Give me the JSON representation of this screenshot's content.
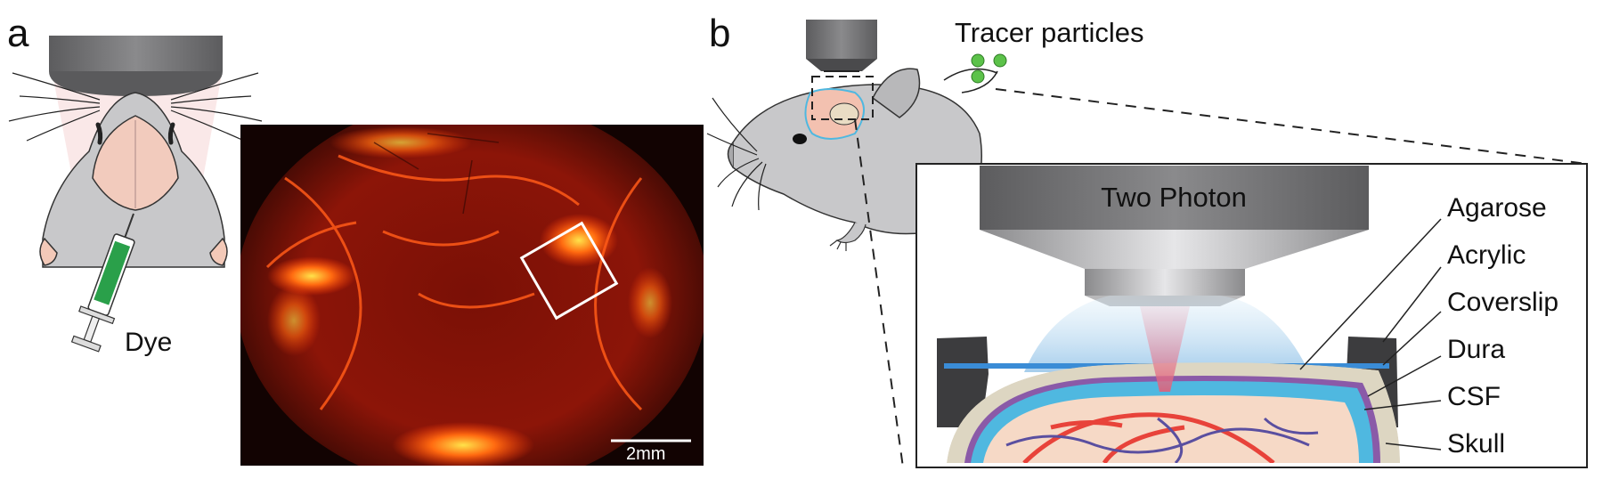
{
  "panel_a": {
    "letter": "a",
    "dye_label": "Dye",
    "scale_bar_label": "2mm"
  },
  "panel_b": {
    "letter": "b",
    "tracer_label": "Tracer particles",
    "objective_label": "Two Photon",
    "layer_labels": [
      "Agarose",
      "Acrylic",
      "Coverslip",
      "Dura",
      "CSF",
      "Skull"
    ]
  },
  "colors": {
    "objective_dark": "#6b6b6d",
    "objective_light": "#c9c9cb",
    "mouse_gray": "#c8c8ca",
    "skin_pink": "#f3c9b8",
    "fluorescence_red": "#e23a10",
    "fluorescence_yellow": "#ffd23a",
    "csf_blue": "#4fb8e0",
    "dura_purple": "#8a5aa8",
    "vessel_red": "#e8433a",
    "vessel_blue": "#5a4fa0",
    "tracer_green": "#5cc24a",
    "syringe_green": "#2aa04a"
  }
}
